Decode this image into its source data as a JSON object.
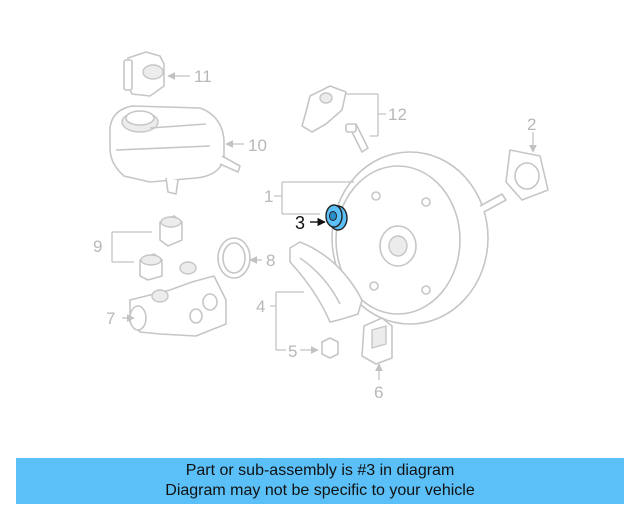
{
  "diagram": {
    "highlighted_part": "3",
    "callouts": [
      "1",
      "2",
      "3",
      "4",
      "5",
      "6",
      "7",
      "8",
      "9",
      "10",
      "11",
      "12"
    ],
    "colors": {
      "highlight": "#5bc0f8",
      "line": "#c6c6c6",
      "label": "#b8b8b8",
      "banner": "#5bc0f8"
    }
  },
  "banner": {
    "line1": "Part or sub-assembly is #3 in diagram",
    "line2": "Diagram may not be specific to your vehicle"
  }
}
